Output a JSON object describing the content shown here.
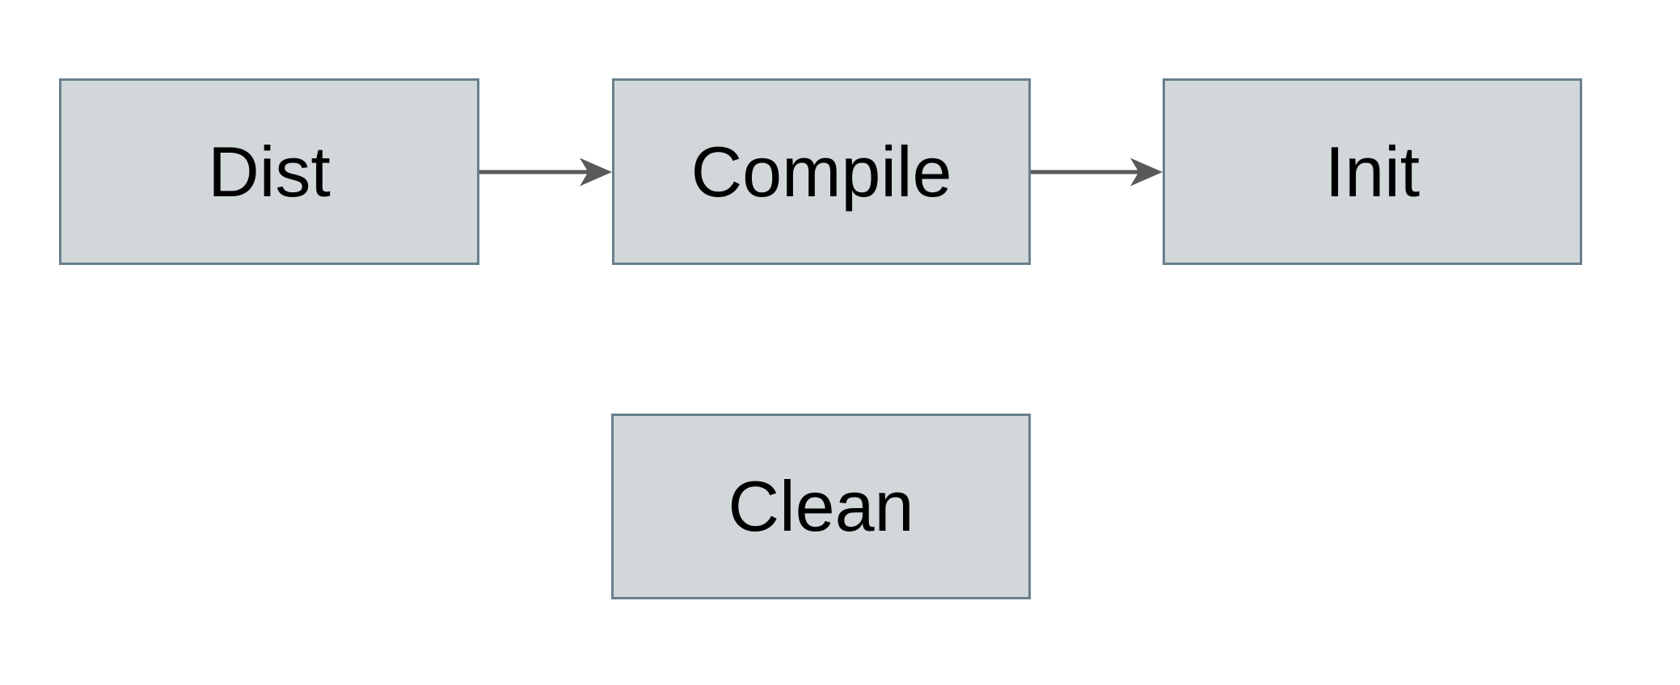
{
  "diagram": {
    "type": "flowchart",
    "background_color": "#ffffff",
    "node_fill_color": "#d2d8da",
    "node_border_color": "#69808d",
    "node_text_color": "#000000",
    "arrow_color": "#595959",
    "nodes": [
      {
        "id": "dist",
        "label": "Dist"
      },
      {
        "id": "compile",
        "label": "Compile"
      },
      {
        "id": "init",
        "label": "Init"
      },
      {
        "id": "clean",
        "label": "Clean"
      }
    ],
    "edges": [
      {
        "from": "Dist",
        "to": "Compile",
        "direction": "right"
      },
      {
        "from": "Compile",
        "to": "Init",
        "direction": "right"
      }
    ]
  }
}
